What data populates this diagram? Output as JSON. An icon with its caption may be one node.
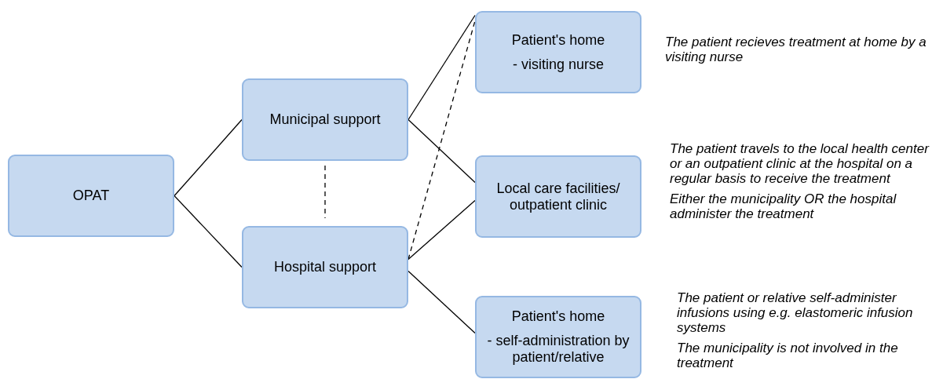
{
  "diagram": {
    "nodes": [
      {
        "text": [
          "OPAT"
        ]
      },
      {
        "text": [
          "Municipal support"
        ]
      },
      {
        "text": [
          "Hospital support"
        ]
      },
      {
        "text": [
          "Patient's home",
          "- visiting nurse"
        ],
        "beside": [
          "The patient recieves treatment at home by a visiting nurse"
        ]
      },
      {
        "text": [
          "Local care facilities/ outpatient clinic"
        ],
        "beside": [
          "The patient travels to the local health center or an outpatient clinic at the hospital on a regular basis to receive the treatment",
          "Either the municipality OR the hospital administer the treatment"
        ]
      },
      {
        "text": [
          "Patient's home",
          "- self-administration by patient/relative"
        ],
        "beside": [
          "The patient or relative self-administer infusions using e.g. elastomeric infusion systems",
          "The municipality is not involved in the treatment"
        ]
      }
    ],
    "edges": [
      {
        "from": 0,
        "to": 1,
        "arrow": "none"
      },
      {
        "from": 0,
        "to": 2,
        "arrow": "none"
      },
      {
        "from": 1,
        "to": 2,
        "arrow": "none",
        "style": "dashed"
      },
      {
        "from": 1,
        "to": 3,
        "arrow": "none"
      },
      {
        "from": 1,
        "to": 4,
        "arrow": "none"
      },
      {
        "from": 2,
        "to": 3,
        "arrow": "none",
        "style": "dashed"
      },
      {
        "from": 2,
        "to": 4,
        "arrow": "none"
      },
      {
        "from": 2,
        "to": 5,
        "arrow": "none"
      }
    ]
  }
}
